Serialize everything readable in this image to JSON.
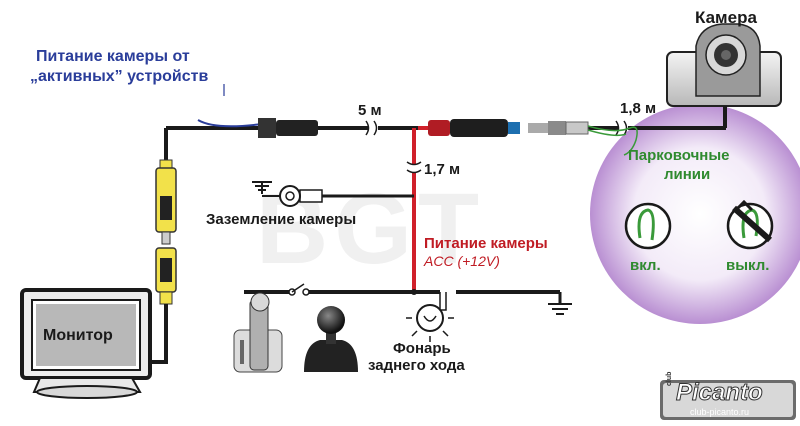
{
  "labels": {
    "power_from_active_line1": "Питание камеры от",
    "power_from_active_line2": "„активных” устройств",
    "cable_5m": "5 м",
    "cable_1_8m": "1,8 м",
    "cable_1_7m": "1,7 м",
    "camera": "Камера",
    "parking_line1": "Парковочные",
    "parking_line2": "линии",
    "on": "вкл.",
    "off": "выкл.",
    "ground": "Заземление камеры",
    "power_title": "Питание камеры",
    "power_sub": "ACC (+12V)",
    "monitor": "Монитор",
    "reverse_line1": "Фонарь",
    "reverse_line2": "заднего хода",
    "watermark": "BGT",
    "brand": "Picanto",
    "brand_club": "club",
    "brand_url": "club-picanto.ru"
  },
  "colors": {
    "wire": "#1a1a1a",
    "power_wire": "#d0202a",
    "blue_wire": "#2a3d9a",
    "green_wire": "#3a9a3a",
    "rca_yellow": "#f2e14a",
    "bubble": "#c8a6dc"
  }
}
